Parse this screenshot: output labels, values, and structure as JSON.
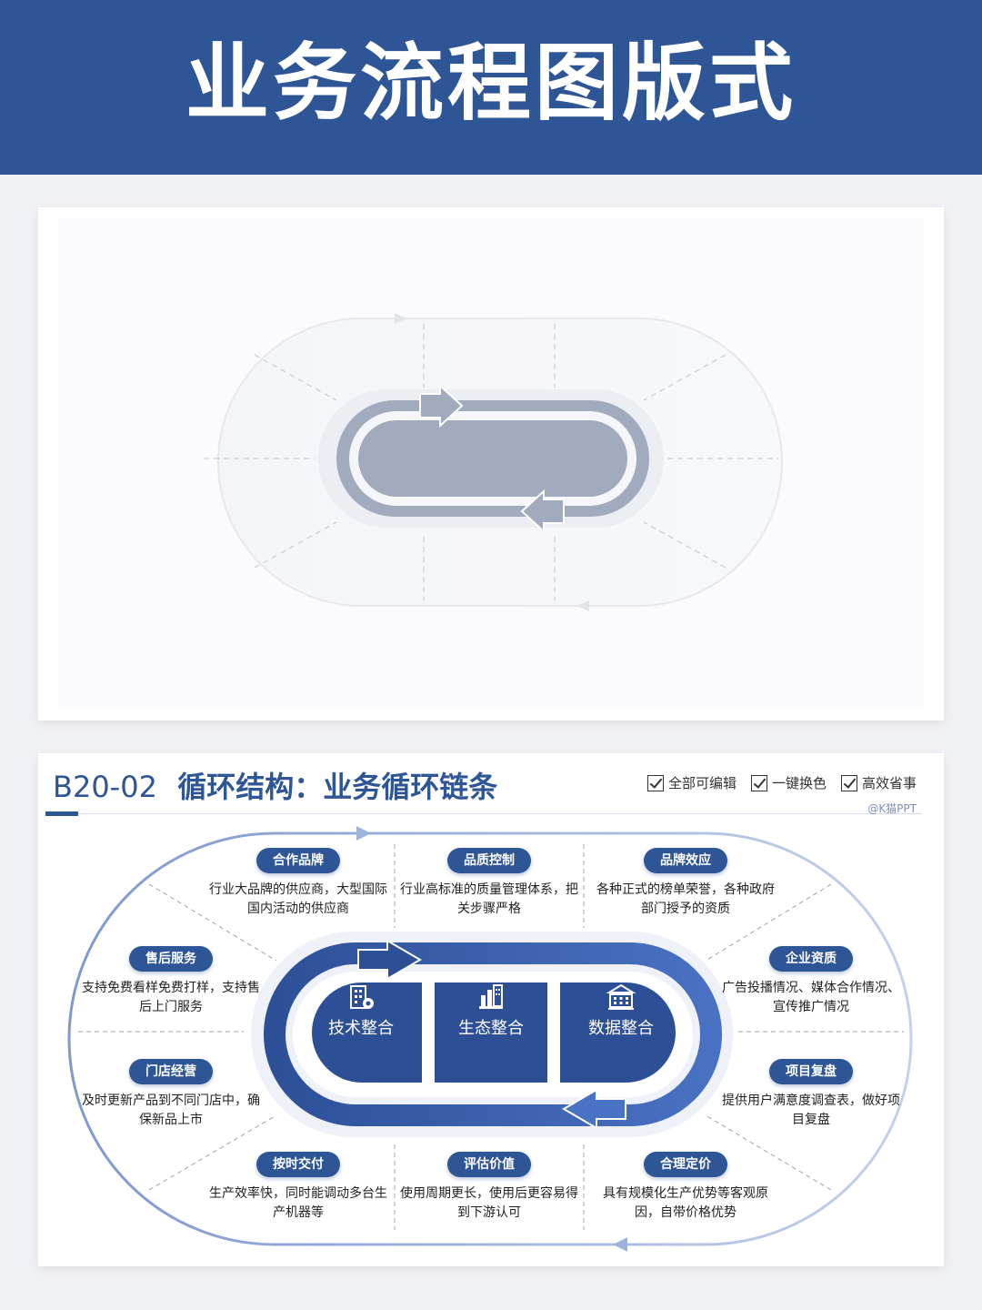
{
  "banner": {
    "title": "业务流程图版式"
  },
  "slide2": {
    "code": "B20-02",
    "title": "循环结构：业务循环链条",
    "features": [
      "全部可编辑",
      "一键换色",
      "高效省事"
    ],
    "credit": "@K猫PPT",
    "core": [
      {
        "label": "技术整合",
        "icon": "building-gear-icon"
      },
      {
        "label": "生态整合",
        "icon": "factory-icon"
      },
      {
        "label": "数据整合",
        "icon": "bank-icon"
      }
    ],
    "items": [
      {
        "title": "合作品牌",
        "desc": "行业大品牌的供应商，大型国际国内活动的供应商"
      },
      {
        "title": "品质控制",
        "desc": "行业高标准的质量管理体系，把关步骤严格"
      },
      {
        "title": "品牌效应",
        "desc": "各种正式的榜单荣誉，各种政府部门授予的资质"
      },
      {
        "title": "售后服务",
        "desc": "支持免费看样免费打样，支持售后上门服务"
      },
      {
        "title": "企业资质",
        "desc": "广告投播情况、媒体合作情况、宣传推广情况"
      },
      {
        "title": "门店经营",
        "desc": "及时更新产品到不同门店中，确保新品上市"
      },
      {
        "title": "项目复盘",
        "desc": "提供用户满意度调查表，做好项目复盘"
      },
      {
        "title": "按时交付",
        "desc": "生产效率快，同时能调动多台生产机器等"
      },
      {
        "title": "评估价值",
        "desc": "使用周期更长，使用后更容易得到下游认可"
      },
      {
        "title": "合理定价",
        "desc": "具有规模化生产优势等客观原因，自带价格优势"
      }
    ]
  },
  "colors": {
    "brand": "#2e5596",
    "accent": "#4a72c4",
    "placeholder": "#a2abbd"
  }
}
